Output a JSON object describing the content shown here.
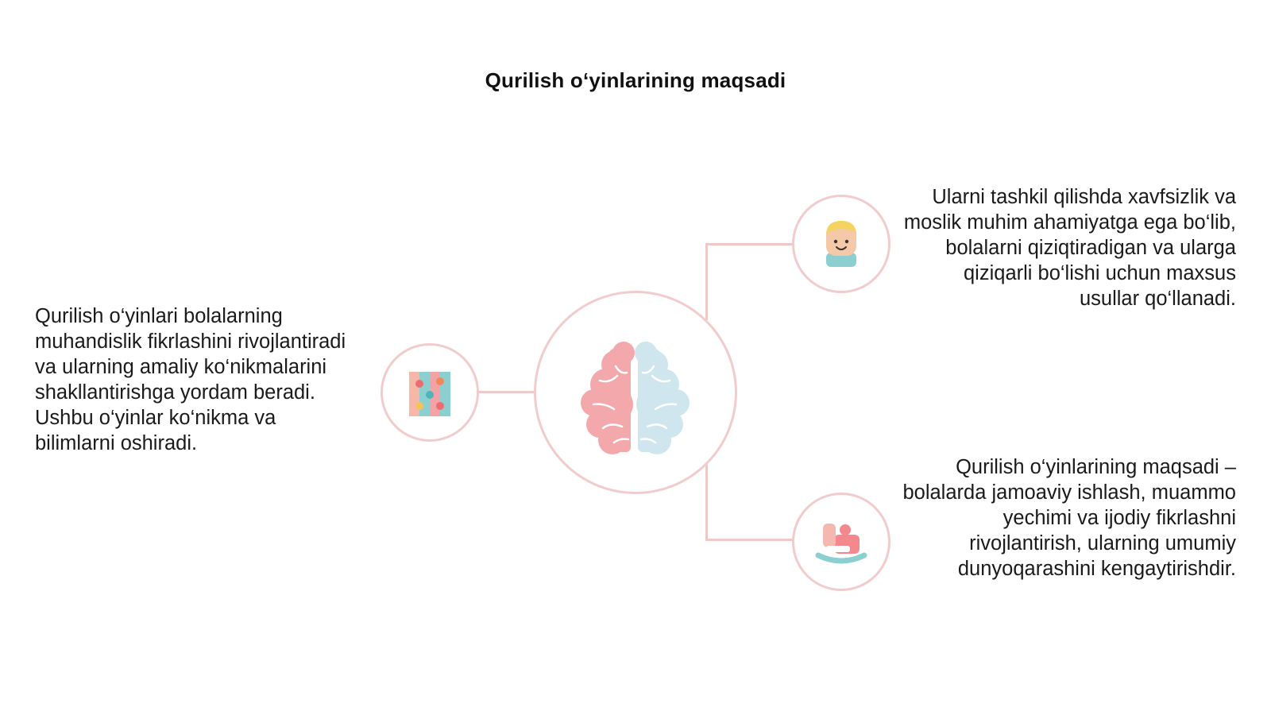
{
  "title": "Qurilish o‘yinlarining maqsadi",
  "left_text": "Qurilish o‘yinlari bolalarning muhandislik fikrlashini rivojlantiradi va ularning amaliy ko‘nikmalarini shakllantirishga yordam beradi. Ushbu o‘yinlar ko‘nikma va bilimlarni oshiradi.",
  "right_top_text": "Ularni tashkil qilishda xavfsizlik va moslik muhim ahamiyatga ega bo‘lib, bolalarni qiziqtiradigan va ularga qiziqarli bo‘lishi uchun maxsus usullar qo‘llanadi.",
  "right_bottom_text": "Qurilish o‘yinlarining maqsadi – bolalarda jamoaviy ishlash, muammo yechimi va ijodiy fikrlashni rivojlantirish, ularning umumiy dunyoqarashini kengaytirishdir.",
  "icons": {
    "center": "brain-icon",
    "left": "puzzle-blocks-icon",
    "top_right": "child-face-icon",
    "bottom_right": "rocking-horse-icon"
  },
  "colors": {
    "connector": "#f0c8c8",
    "brain_left": "#f3a9ab",
    "brain_right": "#cfe6ee"
  }
}
